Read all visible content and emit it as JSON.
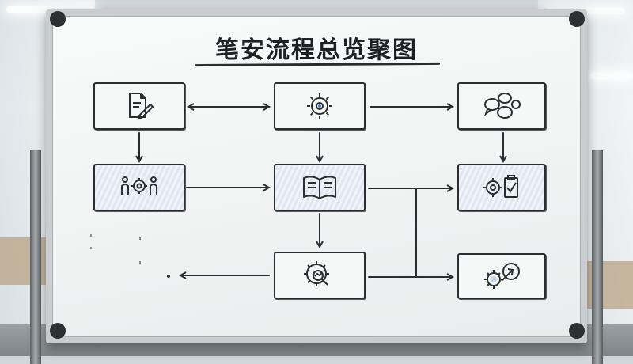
{
  "diagram": {
    "title": "笔安流程总览聚图",
    "nodes": [
      {
        "id": "document-edit",
        "icon": "document-pencil-icon"
      },
      {
        "id": "settings-top",
        "icon": "gear-icon"
      },
      {
        "id": "chat-bubbles",
        "icon": "chat-bubbles-icon"
      },
      {
        "id": "team-gear",
        "icon": "people-gear-icon"
      },
      {
        "id": "open-book",
        "icon": "open-book-icon"
      },
      {
        "id": "gear-checklist",
        "icon": "gear-clipboard-icon"
      },
      {
        "id": "gear-analyze",
        "icon": "gear-magnifier-icon"
      },
      {
        "id": "goal-result",
        "icon": "gear-arrow-target-icon"
      }
    ],
    "edges": [
      {
        "from": "document-edit",
        "to": "settings-top",
        "direction": "both"
      },
      {
        "from": "settings-top",
        "to": "chat-bubbles",
        "direction": "forward"
      },
      {
        "from": "document-edit",
        "to": "team-gear",
        "direction": "forward"
      },
      {
        "from": "settings-top",
        "to": "open-book",
        "direction": "forward"
      },
      {
        "from": "chat-bubbles",
        "to": "gear-checklist",
        "direction": "forward"
      },
      {
        "from": "team-gear",
        "to": "open-book",
        "direction": "forward"
      },
      {
        "from": "open-book",
        "to": "gear-checklist",
        "direction": "forward"
      },
      {
        "from": "open-book",
        "to": "goal-result",
        "direction": "forward"
      },
      {
        "from": "open-book",
        "to": "gear-analyze",
        "direction": "forward"
      },
      {
        "from": "gear-analyze",
        "to": "goal-result",
        "direction": "forward"
      },
      {
        "from": "gear-analyze",
        "to": "left-endpoint",
        "direction": "forward"
      }
    ],
    "colors": {
      "ink": "#2b2e31",
      "highlight": "#c9d7ee",
      "board": "#f3f5f5",
      "frame": "#c9cdd0"
    }
  }
}
